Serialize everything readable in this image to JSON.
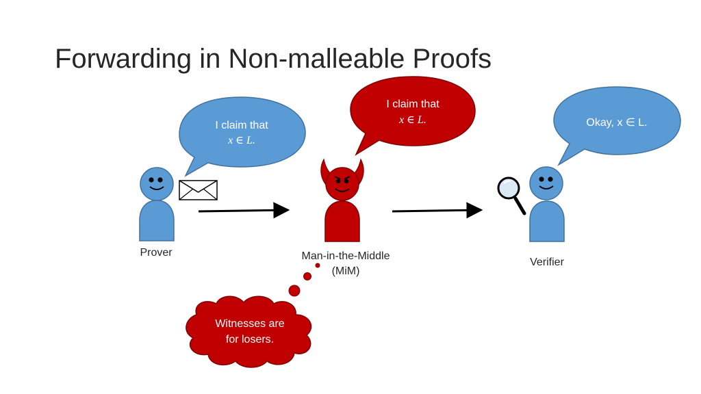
{
  "title": "Forwarding in Non-malleable Proofs",
  "colors": {
    "blue": "#5b9bd5",
    "blue_stroke": "#41719c",
    "red": "#c00000",
    "red_stroke": "#7f0000",
    "text_white": "#ffffff",
    "text_dark": "#262626"
  },
  "prover": {
    "label": "Prover",
    "speech_line1": "I claim that",
    "speech_line2": "x ∈ L."
  },
  "mim": {
    "label_line1": "Man-in-the-Middle",
    "label_line2": "(MiM)",
    "speech_line1": "I claim that",
    "speech_line2": "x ∈ L.",
    "thought_line1": "Witnesses are",
    "thought_line2": "for losers."
  },
  "verifier": {
    "label": "Verifier",
    "speech": "Okay, x ∈ L."
  },
  "icons": {
    "envelope": "envelope-icon",
    "magnifier": "magnifying-glass-icon",
    "devil": "devil-figure",
    "smiley": "smiley-figure"
  }
}
